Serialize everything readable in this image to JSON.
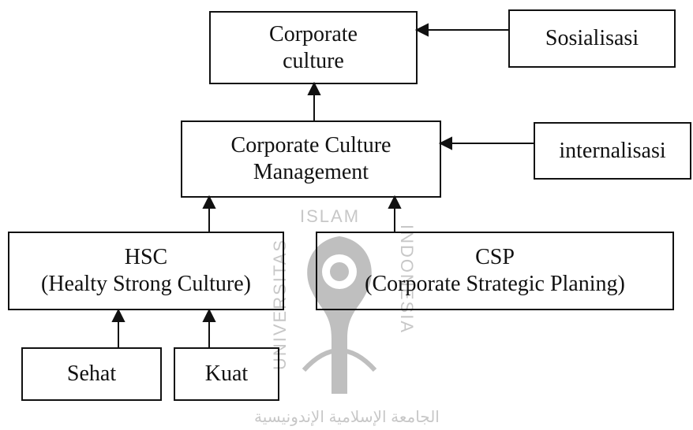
{
  "nodes": {
    "corporate_culture": {
      "line1": "Corporate",
      "line2": "culture"
    },
    "sosialisasi": {
      "label": "Sosialisasi"
    },
    "culture_management": {
      "line1": "Corporate Culture",
      "line2": "Management"
    },
    "internalisasi": {
      "label": "internalisasi"
    },
    "hsc": {
      "line1": "HSC",
      "line2": "(Healty Strong Culture)"
    },
    "csp": {
      "line1": "CSP",
      "line2": "(Corporate Strategic Planing)"
    },
    "sehat": {
      "label": "Sehat"
    },
    "kuat": {
      "label": "Kuat"
    }
  },
  "watermark": {
    "top": "ISLAM",
    "left": "UNIVERSITAS",
    "right": "INDONESIA",
    "arabic": "الجامعة الإسلامية الإندونيسية"
  },
  "colors": {
    "ink": "#111111",
    "watermark": "#9a9a9a"
  }
}
